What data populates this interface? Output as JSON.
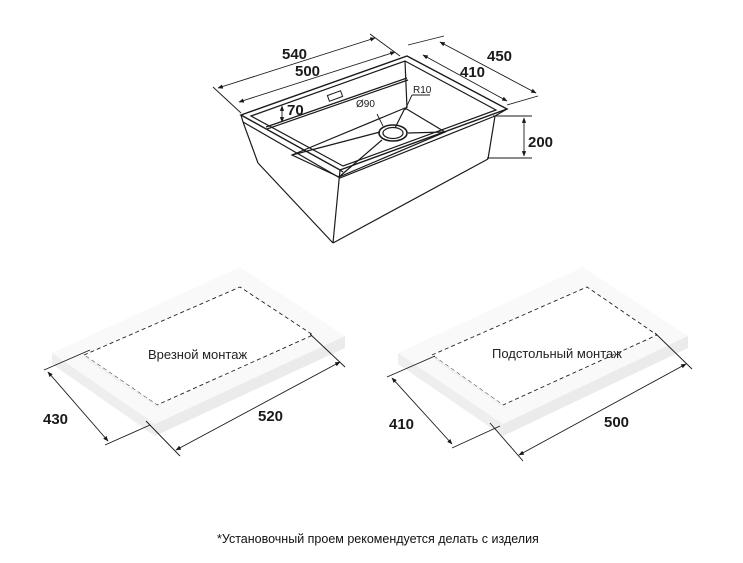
{
  "sink_drawing": {
    "dimensions": {
      "outer_length": "540",
      "inner_length": "500",
      "outer_width": "450",
      "inner_width": "410",
      "depth": "200",
      "rim_offset": "70",
      "drain_diameter": "Ø90",
      "corner_radius": "R10"
    }
  },
  "cutouts": [
    {
      "title": "Врезной монтаж",
      "width_dim": "430",
      "length_dim": "520"
    },
    {
      "title": "Подстольный монтаж",
      "width_dim": "410",
      "length_dim": "500"
    }
  ],
  "footnote": "*Установочный проем рекомендуется делать с изделия",
  "colors": {
    "line": "#1a1a1a",
    "slab_face": "#f7f7f7",
    "slab_edge": "#ebebeb"
  }
}
